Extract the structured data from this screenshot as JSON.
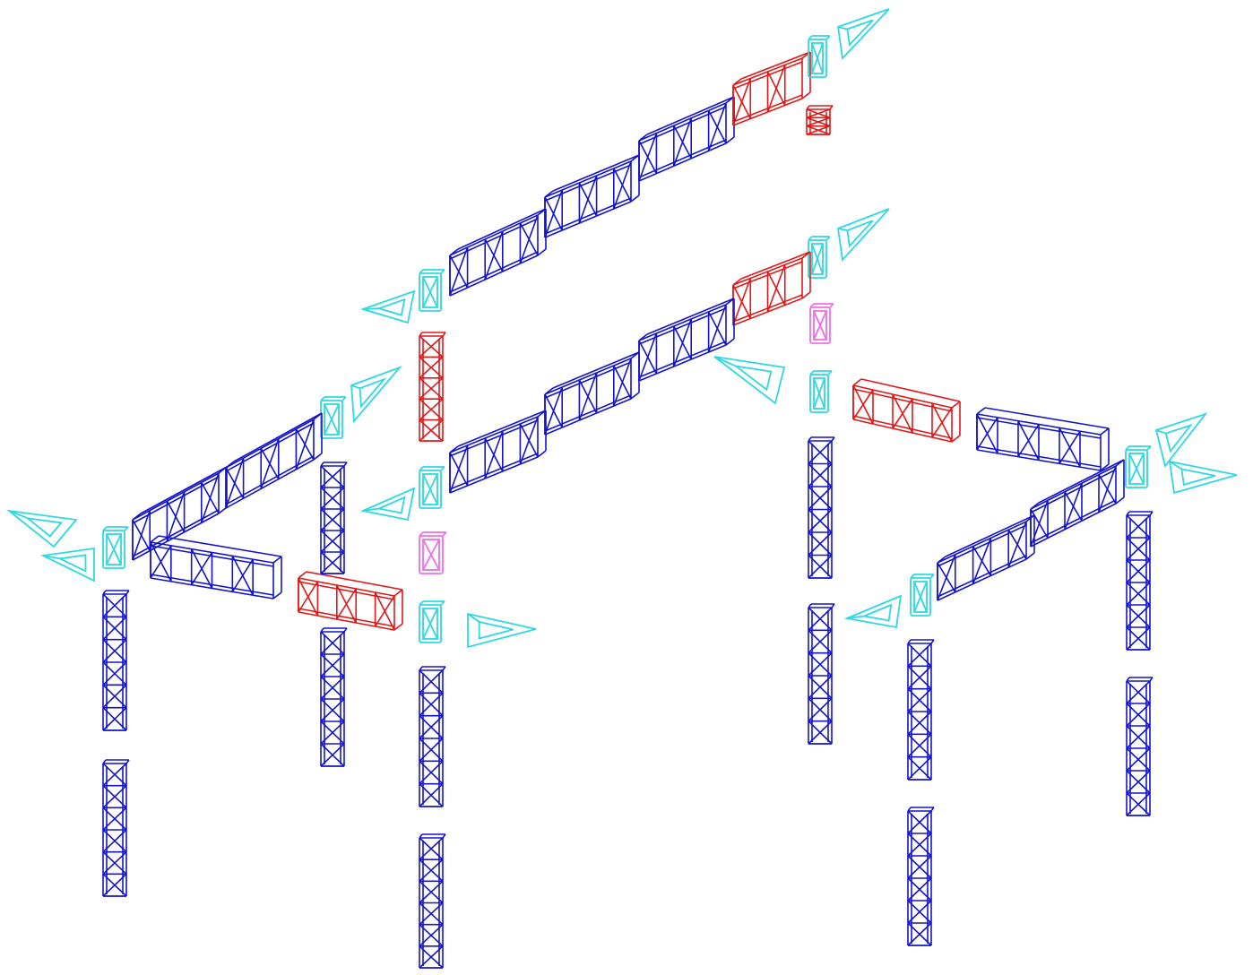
{
  "drawing": {
    "colors": {
      "truss_straight": "#1414cc",
      "truss_highlight": "#e01818",
      "connector_block": "#2ed8e0",
      "corner_bracket": "#2ed8e0",
      "special_block": "#ee6ee8"
    },
    "legend_of_parts": [
      "truss-straight",
      "truss-highlight",
      "connector-block",
      "corner-bracket",
      "special-block"
    ]
  }
}
